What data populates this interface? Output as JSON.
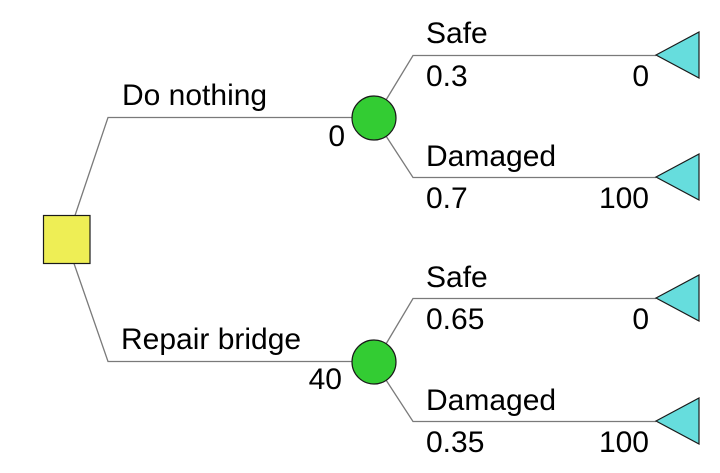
{
  "diagram_type": "decision-tree",
  "colors": {
    "background": "#ffffff",
    "decision_node_fill": "#eeee55",
    "chance_node_fill": "#33cc33",
    "terminal_node_fill": "#66dddd",
    "node_border": "#1a1a1a",
    "line": "#7a7a7a",
    "text": "#000000"
  },
  "tree": {
    "root": {
      "type": "decision"
    },
    "branches": [
      {
        "label": "Do nothing",
        "cost": "0",
        "node_type": "chance",
        "outcomes": [
          {
            "label": "Safe",
            "probability": "0.3",
            "payoff": "0",
            "terminal": true
          },
          {
            "label": "Damaged",
            "probability": "0.7",
            "payoff": "100",
            "terminal": true
          }
        ]
      },
      {
        "label": "Repair bridge",
        "cost": "40",
        "node_type": "chance",
        "outcomes": [
          {
            "label": "Safe",
            "probability": "0.65",
            "payoff": "0",
            "terminal": true
          },
          {
            "label": "Damaged",
            "probability": "0.35",
            "payoff": "100",
            "terminal": true
          }
        ]
      }
    ]
  }
}
